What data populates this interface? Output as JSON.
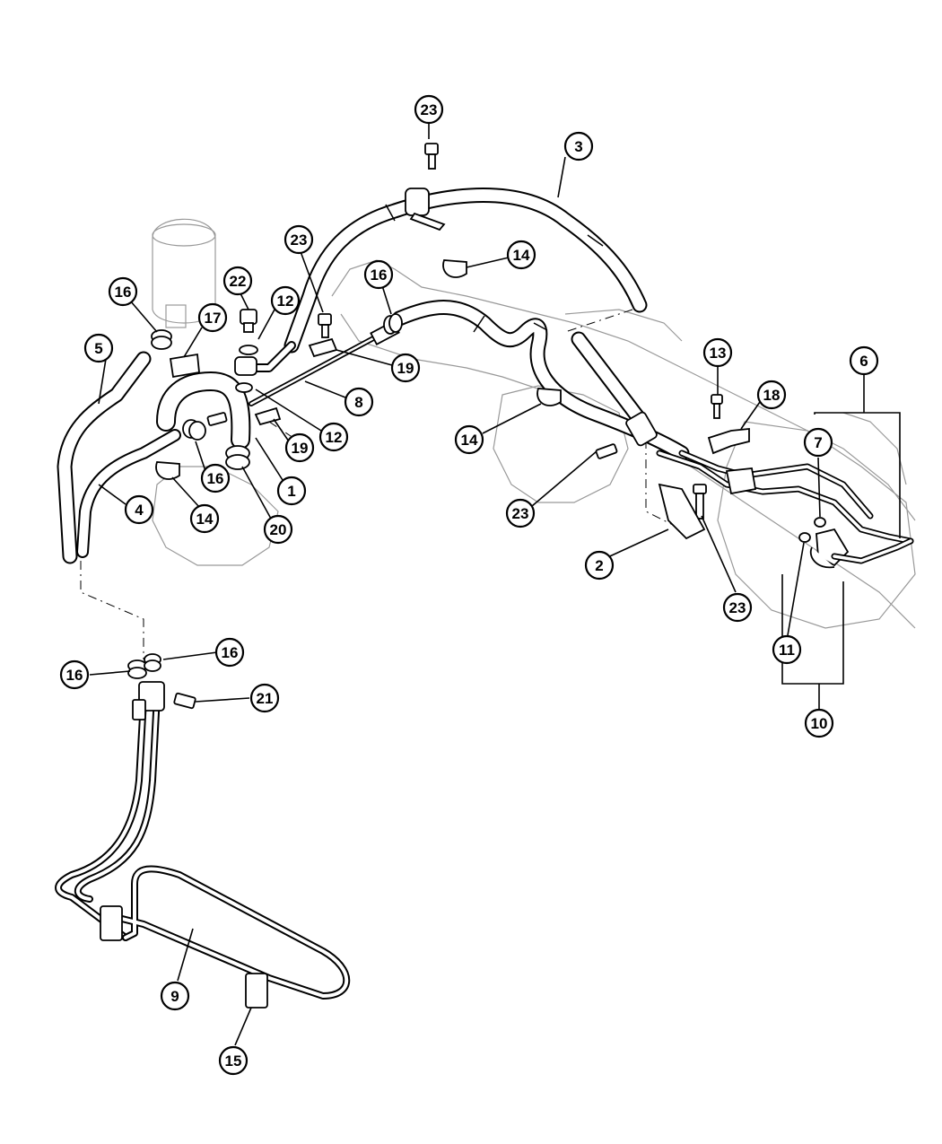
{
  "callouts": [
    {
      "id": "c1",
      "label": "1"
    },
    {
      "id": "c2",
      "label": "2"
    },
    {
      "id": "c3",
      "label": "3"
    },
    {
      "id": "c4",
      "label": "4"
    },
    {
      "id": "c5",
      "label": "5"
    },
    {
      "id": "c6",
      "label": "6"
    },
    {
      "id": "c7",
      "label": "7"
    },
    {
      "id": "c8",
      "label": "8"
    },
    {
      "id": "c9",
      "label": "9"
    },
    {
      "id": "c10",
      "label": "10"
    },
    {
      "id": "c11",
      "label": "11"
    },
    {
      "id": "c12a",
      "label": "12"
    },
    {
      "id": "c12b",
      "label": "12"
    },
    {
      "id": "c13",
      "label": "13"
    },
    {
      "id": "c14a",
      "label": "14"
    },
    {
      "id": "c14b",
      "label": "14"
    },
    {
      "id": "c14c",
      "label": "14"
    },
    {
      "id": "c15",
      "label": "15"
    },
    {
      "id": "c16a",
      "label": "16"
    },
    {
      "id": "c16b",
      "label": "16"
    },
    {
      "id": "c16c",
      "label": "16"
    },
    {
      "id": "c16d",
      "label": "16"
    },
    {
      "id": "c16e",
      "label": "16"
    },
    {
      "id": "c17",
      "label": "17"
    },
    {
      "id": "c18",
      "label": "18"
    },
    {
      "id": "c19a",
      "label": "19"
    },
    {
      "id": "c19b",
      "label": "19"
    },
    {
      "id": "c20",
      "label": "20"
    },
    {
      "id": "c21",
      "label": "21"
    },
    {
      "id": "c22",
      "label": "22"
    },
    {
      "id": "c23a",
      "label": "23"
    },
    {
      "id": "c23b",
      "label": "23"
    },
    {
      "id": "c23c",
      "label": "23"
    },
    {
      "id": "c23d",
      "label": "23"
    }
  ]
}
